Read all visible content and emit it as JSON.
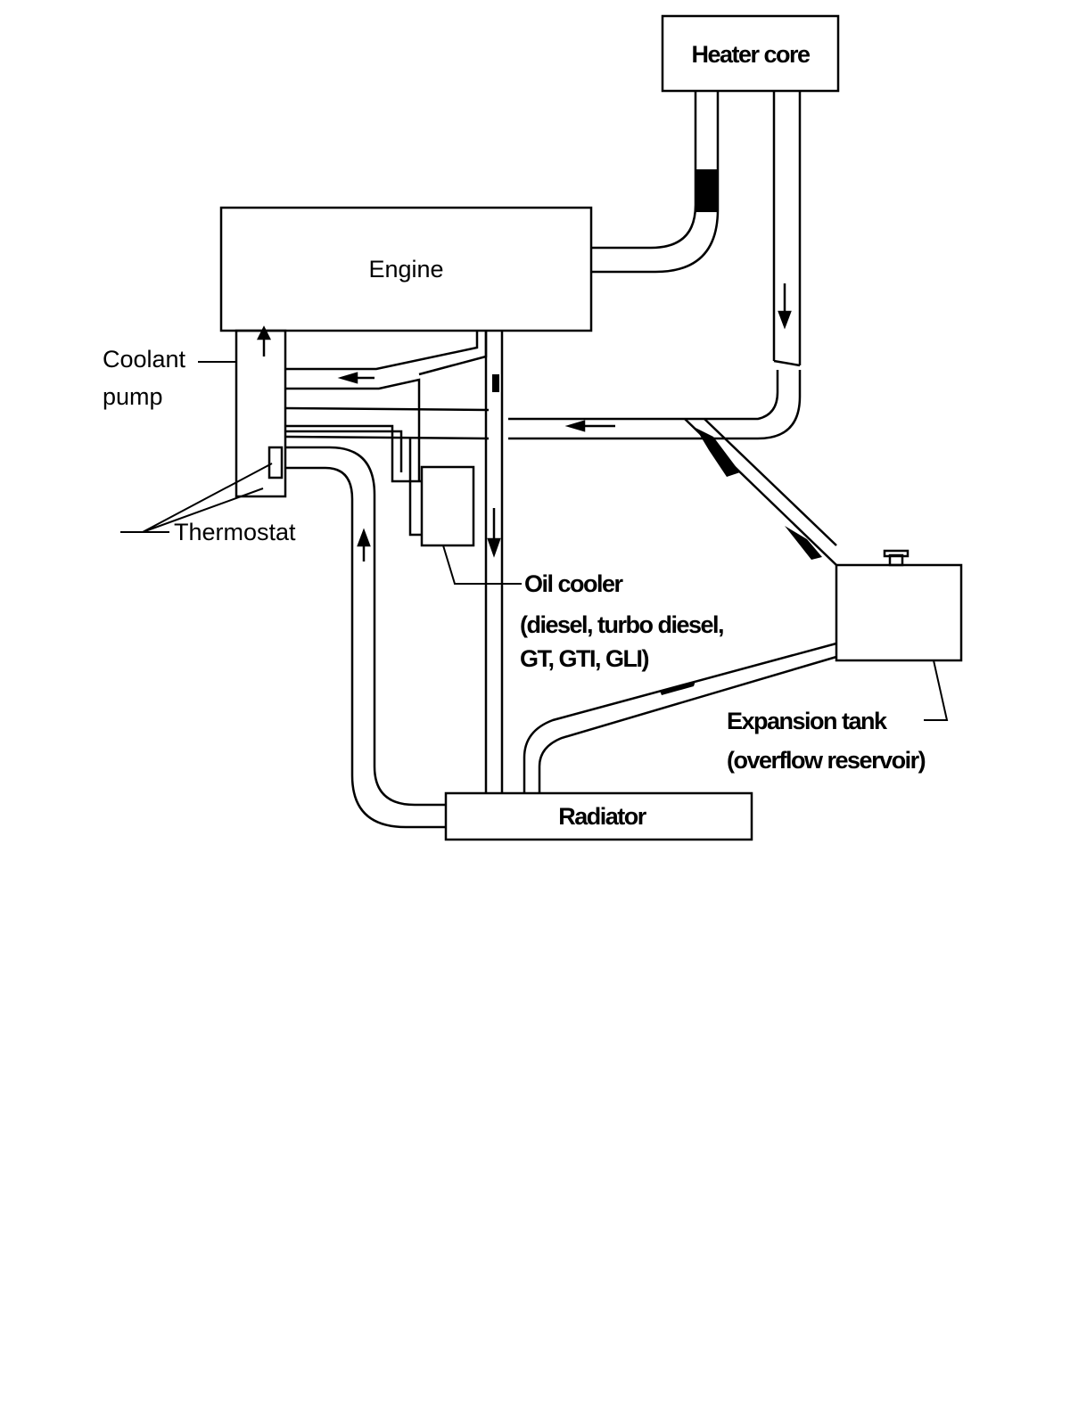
{
  "components": {
    "heater_core": "Heater core",
    "engine": "Engine",
    "radiator": "Radiator",
    "expansion_tank": "Expansion tank",
    "overflow_reservoir": "(overflow reservoir)",
    "coolant_pump": "Coolant",
    "coolant_pump_line2": "pump",
    "thermostat": "Thermostat",
    "oil_cooler": "Oil cooler",
    "oil_cooler_line2": "(diesel, turbo diesel,",
    "oil_cooler_line3": "GT, GTI, GLI)"
  },
  "colors": {
    "line": "#000000",
    "background": "#ffffff"
  }
}
